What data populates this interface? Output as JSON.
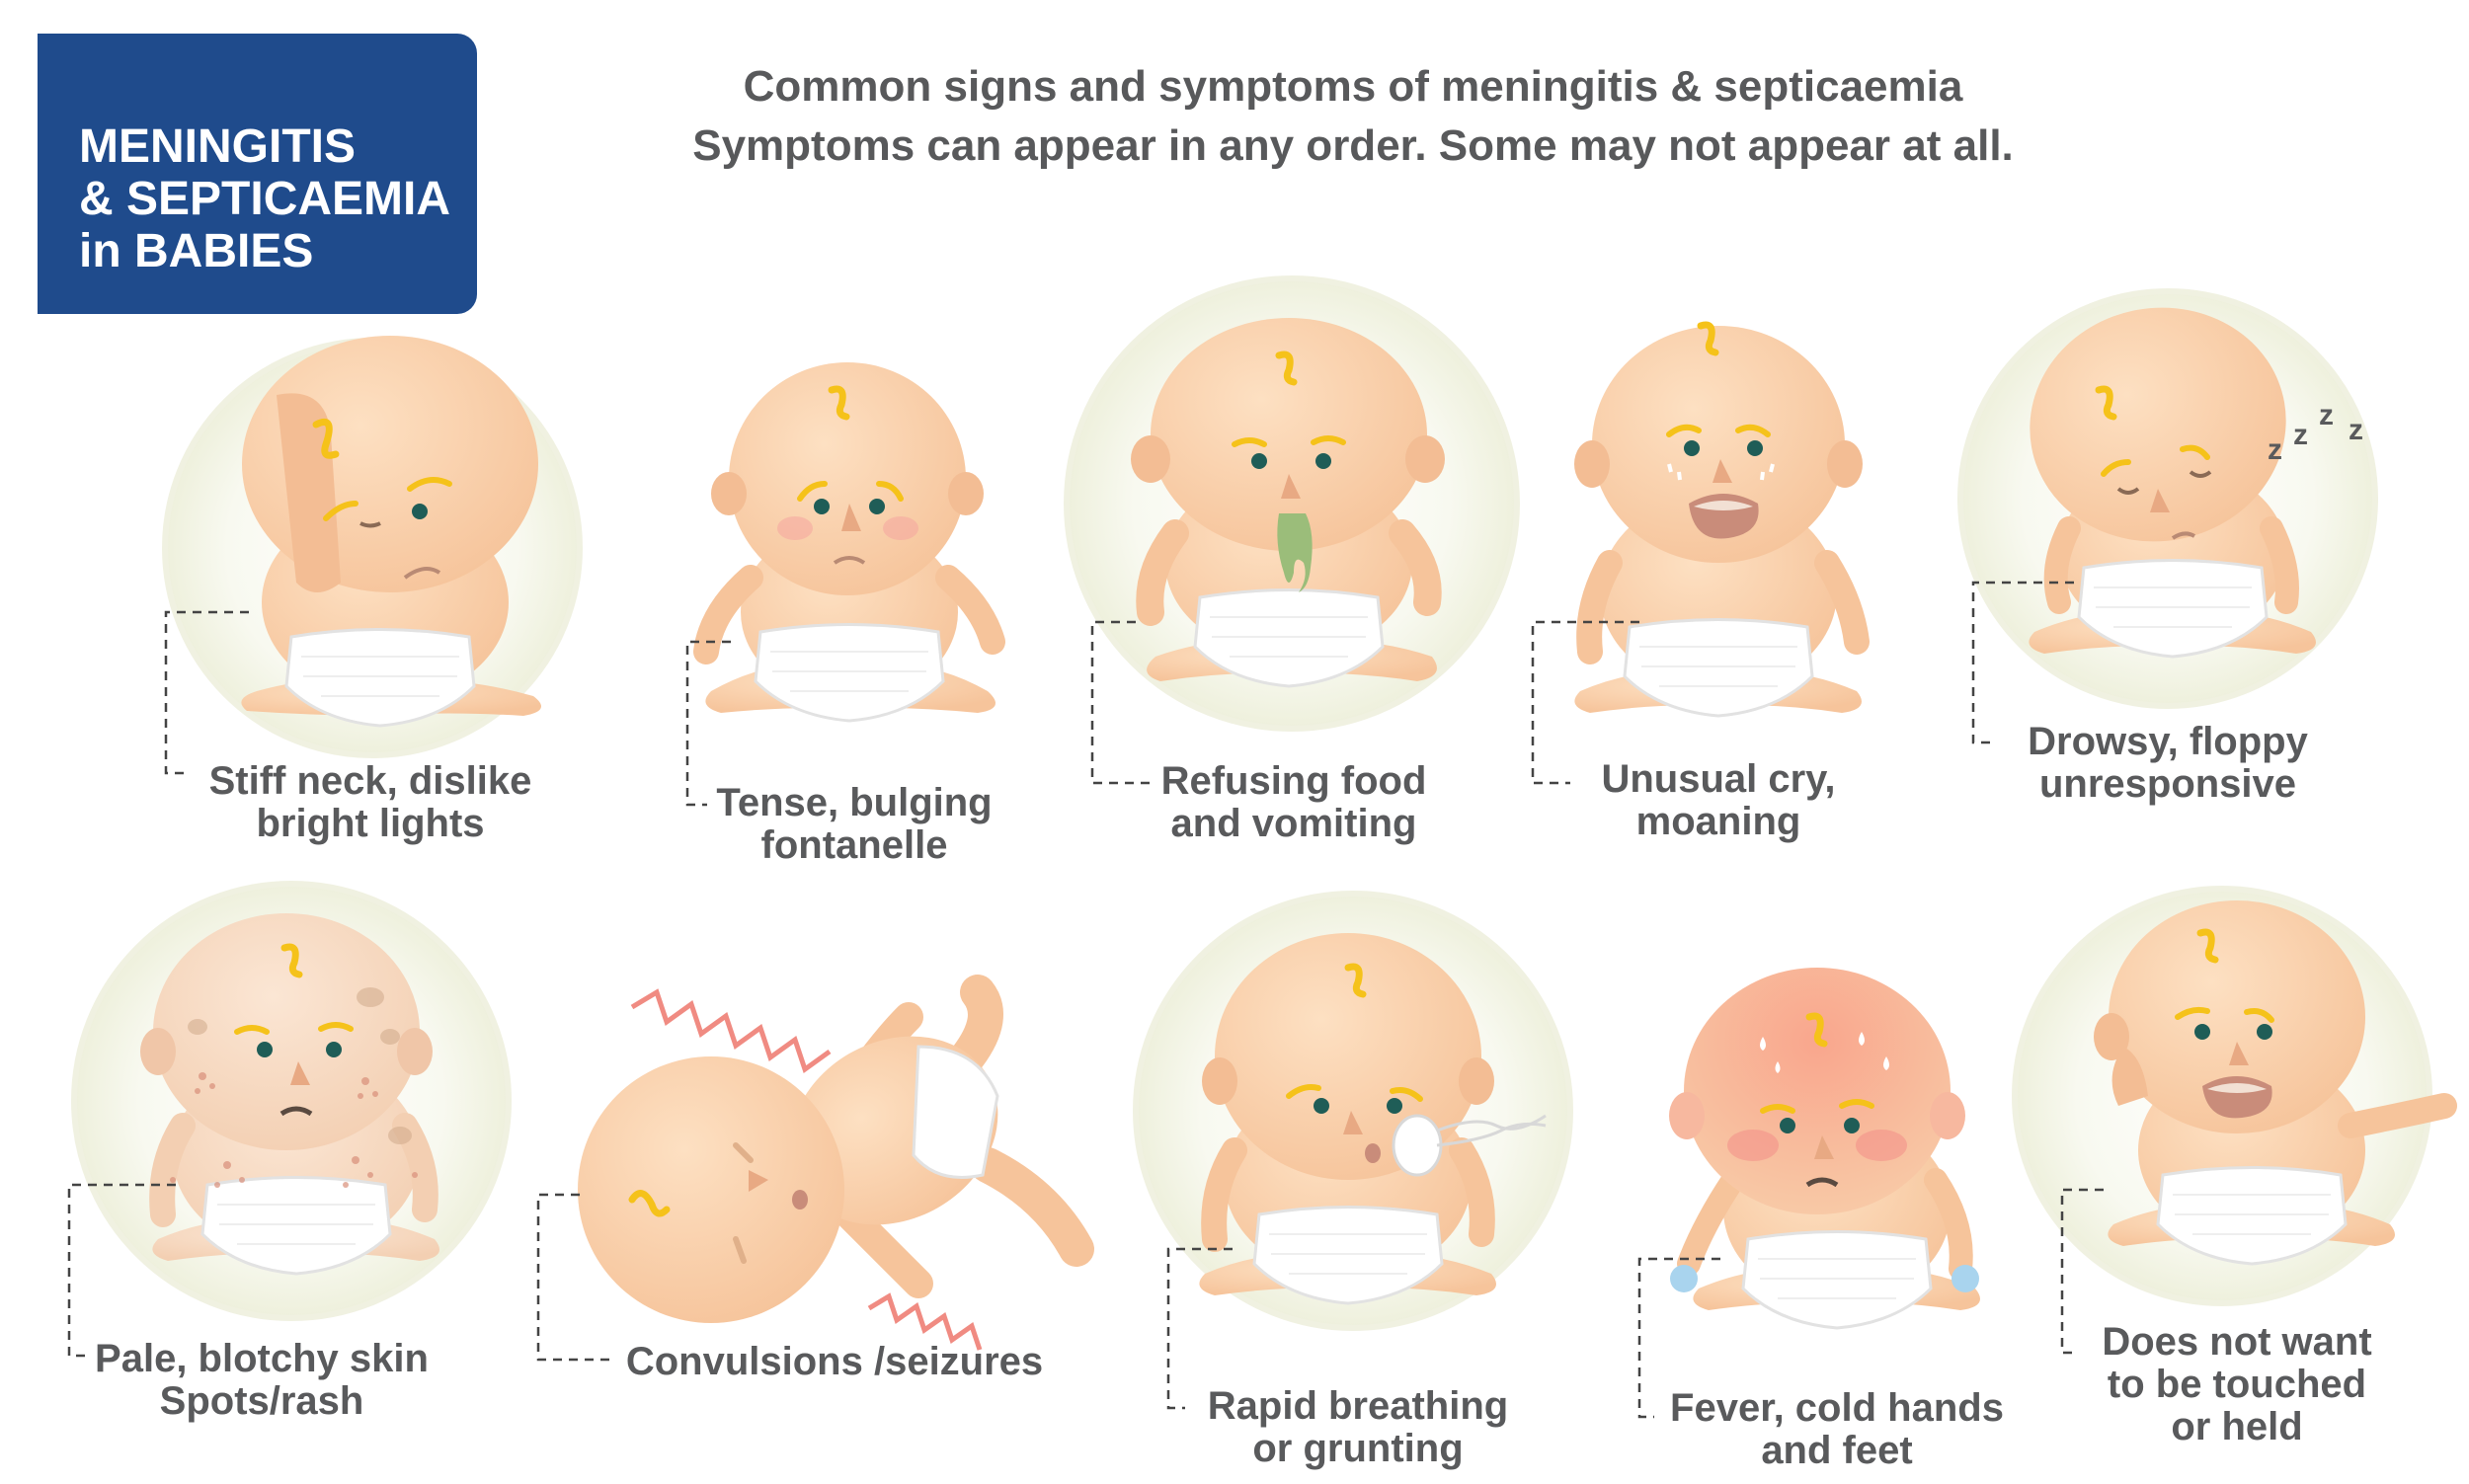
{
  "title": {
    "line1": "MENINGITIS",
    "line2": "& SEPTICAEMIA",
    "line3": "in BABIES"
  },
  "header": {
    "line1": "Common signs and symptoms of meningitis & septicaemia",
    "line2": "Symptoms can appear in any order. Some may not appear at all."
  },
  "symptoms": [
    {
      "line1": "Stiff neck, dislike",
      "line2": "bright lights"
    },
    {
      "line1": "Tense, bulging",
      "line2": "fontanelle"
    },
    {
      "line1": "Refusing food",
      "line2": "and vomiting"
    },
    {
      "line1": "Unusual cry,",
      "line2": "moaning"
    },
    {
      "line1": "Drowsy, floppy",
      "line2": "unresponsive"
    },
    {
      "line1": "Pale, blotchy skin",
      "line2": "Spots/rash"
    },
    {
      "line1": "Convulsions /seizures",
      "line2": ""
    },
    {
      "line1": "Rapid breathing",
      "line2": "or grunting"
    },
    {
      "line1": "Fever, cold hands",
      "line2": "and feet"
    },
    {
      "line1": "Does not want",
      "line2": "to be touched",
      "line3": "or held"
    }
  ],
  "sleep_letters": "z z z z",
  "colors": {
    "title_bg": "#1f4b8c",
    "text": "#595a5c",
    "skin": "#f9cfa8",
    "skin_shade": "#f1b98f",
    "hair": "#f5c21a",
    "circle": "#f7f8ef",
    "seizure_zigzag": "#f08b82",
    "vomit": "#9bbd7a",
    "cold_hands": "#a9d4ee",
    "fever_skin": "#f7b3a0"
  }
}
